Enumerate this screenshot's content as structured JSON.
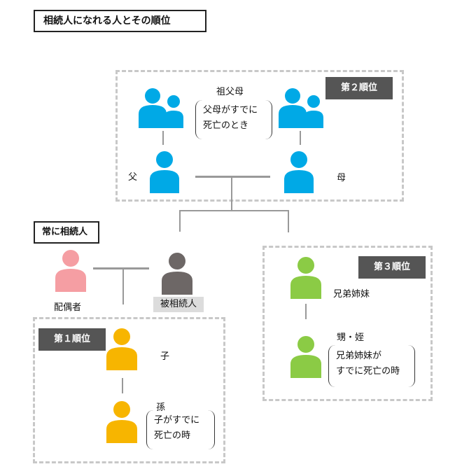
{
  "title": "相続人になれる人とその順位",
  "always": "常に相続人",
  "second": {
    "rank": "第２順位",
    "grandparents": "祖父母",
    "condition_line1": "父母がすでに",
    "condition_line2": "死亡のとき",
    "father": "父",
    "mother": "母"
  },
  "center": {
    "spouse": "配偶者",
    "deceased": "被相続人"
  },
  "first": {
    "rank": "第１順位",
    "child": "子",
    "grandchild": "孫",
    "condition_line1": "子がすでに",
    "condition_line2": "死亡の時"
  },
  "third": {
    "rank": "第３順位",
    "siblings": "兄弟姉妹",
    "nephews": "甥・姪",
    "condition_line1": "兄弟姉妹が",
    "condition_line2": "すでに死亡の時"
  },
  "colors": {
    "blue": "#00a9e6",
    "pink": "#f59ea3",
    "gray": "#6d6766",
    "yellow": "#f7b500",
    "green": "#8bcb45"
  }
}
